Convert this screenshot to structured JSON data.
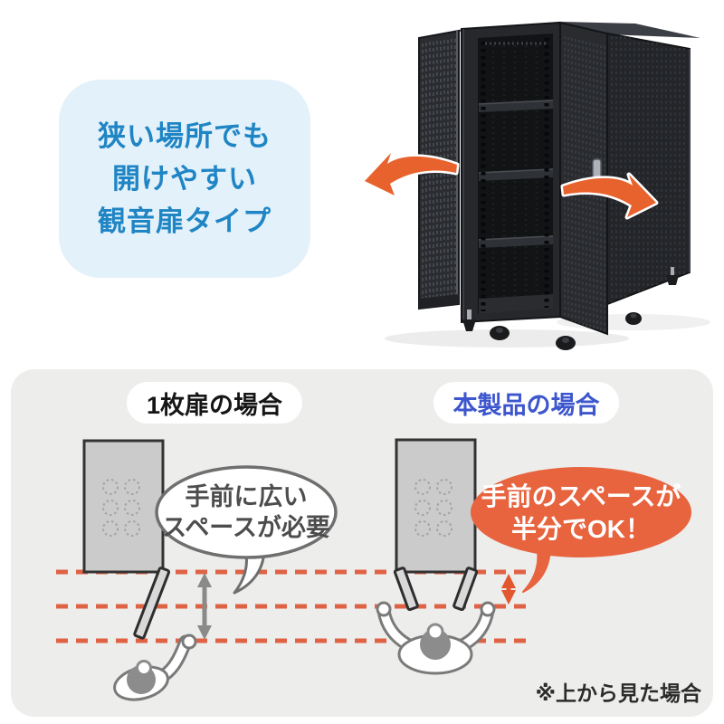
{
  "header_callout": {
    "line1": "狭い場所でも",
    "line2": "開けやすい",
    "line3": "観音扉タイプ"
  },
  "comparison": {
    "single_label": "1枚扉の場合",
    "product_label": "本製品の場合",
    "single_bubble_line1": "手前に広い",
    "single_bubble_line2": "スペースが必要",
    "product_bubble_line1": "手前のスペースが",
    "product_bubble_line2": "半分でOK！",
    "note": "※上から見た場合"
  },
  "colors": {
    "callout_bg": "#E3F1FA",
    "callout_text": "#1F85C4",
    "panel_bg": "#EDEDEB",
    "product_label_blue": "#3D56CE",
    "dashed_line": "#E06244",
    "bubble_orange": "#E7643F",
    "arrow_orange": "#E8622D",
    "measure_arrow_gray": "#8A8A8A"
  }
}
